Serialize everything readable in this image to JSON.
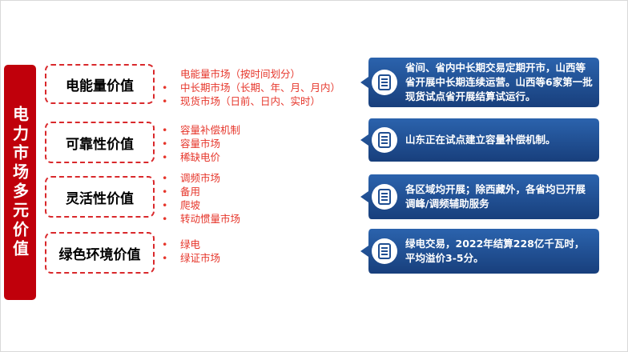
{
  "title": "电力市场多元价值",
  "colors": {
    "title_bg": "#c0000b",
    "accent": "#e6362b",
    "callout": "#1f4e91"
  },
  "categories": [
    {
      "name": "电能量价值",
      "items": [
        {
          "text": "电能量市场（按时间划分）",
          "bullet": false
        },
        {
          "text": "中长期市场（长期、年、月、月内）",
          "bullet": true
        },
        {
          "text": "现货市场（日前、日内、实时）",
          "bullet": true
        }
      ],
      "callout": "省间、省内中长期交易定期开市，山西等省开展中长期连续运营。山西等6家第一批现货试点省开展结算试运行。"
    },
    {
      "name": "可靠性价值",
      "items": [
        {
          "text": "容量补偿机制",
          "bullet": true
        },
        {
          "text": "容量市场",
          "bullet": true
        },
        {
          "text": "稀缺电价",
          "bullet": true
        }
      ],
      "callout": "山东正在试点建立容量补偿机制。"
    },
    {
      "name": "灵活性价值",
      "items": [
        {
          "text": "调频市场",
          "bullet": true
        },
        {
          "text": "备用",
          "bullet": true
        },
        {
          "text": "爬坡",
          "bullet": true
        },
        {
          "text": "转动惯量市场",
          "bullet": true
        }
      ],
      "callout": "各区域均开展；除西藏外，各省均已开展调峰/调频辅助服务"
    },
    {
      "name": "绿色环境价值",
      "items": [
        {
          "text": "绿电",
          "bullet": true
        },
        {
          "text": "绿证市场",
          "bullet": true
        }
      ],
      "callout": "绿电交易，2022年结算228亿千瓦时，平均溢价3-5分。"
    }
  ],
  "icon": "document-icon"
}
